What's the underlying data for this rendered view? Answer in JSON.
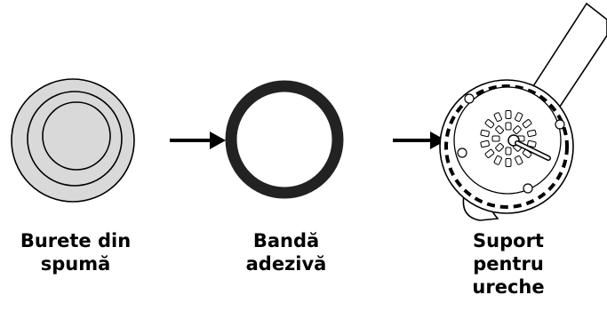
{
  "steps": [
    {
      "label_lines": [
        "Burete din",
        "spumă"
      ]
    },
    {
      "label_lines": [
        "Bandă",
        "adezivă"
      ]
    },
    {
      "label_lines": [
        "Suport",
        "pentru",
        "ureche"
      ]
    }
  ],
  "colors": {
    "foam_fill": "#d9d9d9",
    "outline": "#000000",
    "adhesive_band": "#222222",
    "background": "#ffffff"
  },
  "icons": [
    "foam-sponge-icon",
    "adhesive-ring-icon",
    "ear-holder-icon",
    "arrow-right-icon"
  ]
}
